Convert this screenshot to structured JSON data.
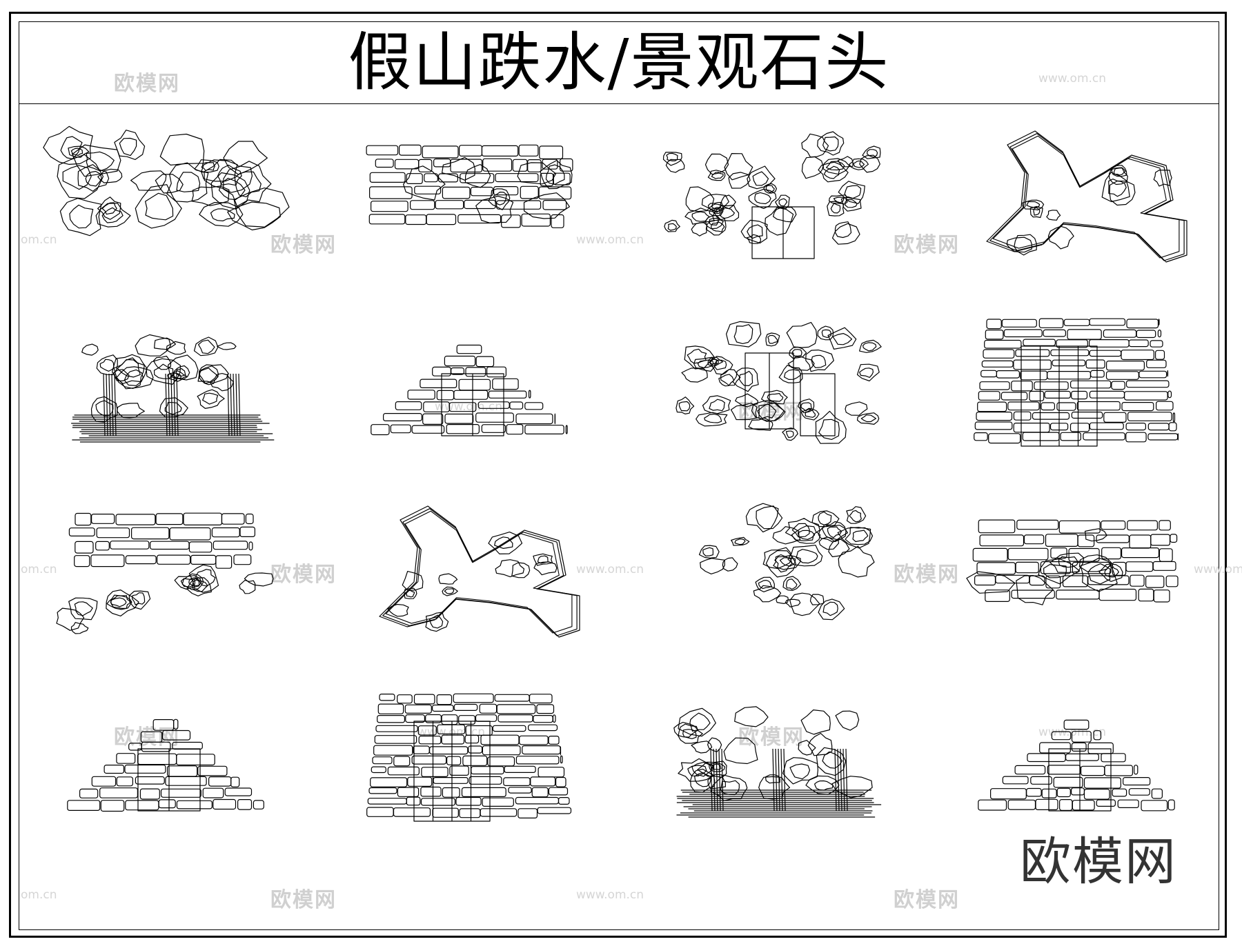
{
  "sheet": {
    "title": "假山跌水/景观石头",
    "brand_logo": "欧模网"
  },
  "watermarks": {
    "cn": "欧模网",
    "url": "www.om.cn",
    "partial_url": "om.cn"
  },
  "drawings": [
    {
      "row": 1,
      "col": 1,
      "kind": "plan-cluster"
    },
    {
      "row": 1,
      "col": 2,
      "kind": "plan-ledge"
    },
    {
      "row": 1,
      "col": 3,
      "kind": "elevation-grotto"
    },
    {
      "row": 1,
      "col": 4,
      "kind": "plan-winding"
    },
    {
      "row": 2,
      "col": 1,
      "kind": "elevation-falls"
    },
    {
      "row": 2,
      "col": 2,
      "kind": "elevation-stack"
    },
    {
      "row": 2,
      "col": 3,
      "kind": "elevation-boulder"
    },
    {
      "row": 2,
      "col": 4,
      "kind": "elevation-block"
    },
    {
      "row": 3,
      "col": 1,
      "kind": "plan-pool"
    },
    {
      "row": 3,
      "col": 2,
      "kind": "plan-winding"
    },
    {
      "row": 3,
      "col": 3,
      "kind": "plan-scatter"
    },
    {
      "row": 3,
      "col": 4,
      "kind": "plan-ledge"
    },
    {
      "row": 4,
      "col": 1,
      "kind": "elevation-stack"
    },
    {
      "row": 4,
      "col": 2,
      "kind": "elevation-block"
    },
    {
      "row": 4,
      "col": 3,
      "kind": "elevation-falls"
    },
    {
      "row": 4,
      "col": 4,
      "kind": "elevation-stack"
    }
  ]
}
